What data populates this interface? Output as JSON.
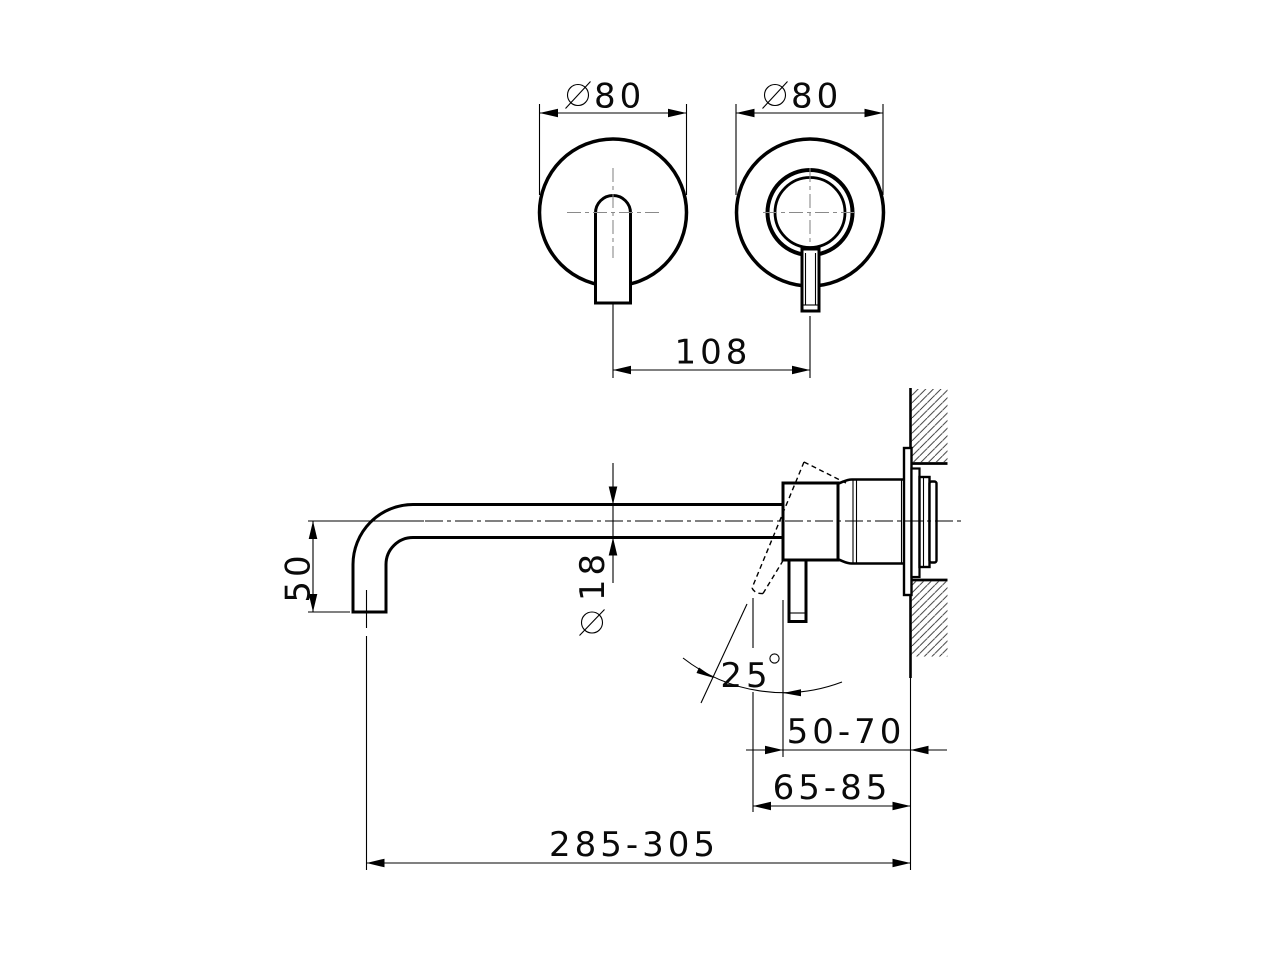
{
  "drawing": {
    "type": "technical-dimension-drawing",
    "subject": "wall-mounted-basin-mixer-spout-and-handle",
    "background_color": "#ffffff",
    "line_color": "#000000",
    "centerline_color": "#8a8a8a",
    "views": {
      "front_spout_plate": "round wall plate with downward spout stub",
      "front_handle_plate": "round wall plate with ring and downward lever",
      "side_section": "spout, mixer body and handle through hatched wall"
    },
    "dimensions": {
      "plate_left": {
        "symbol": "⌀",
        "value": "80"
      },
      "plate_right": {
        "symbol": "⌀",
        "value": "80"
      },
      "center_distance": {
        "value": "108"
      },
      "spout_drop": {
        "value": "50"
      },
      "tube": {
        "symbol": "⌀",
        "value": "18"
      },
      "angle": {
        "value": "25",
        "unit": "°"
      },
      "depth_handle": {
        "value": "50-70"
      },
      "depth_body": {
        "value": "65-85"
      },
      "reach": {
        "value": "285-305"
      }
    }
  }
}
